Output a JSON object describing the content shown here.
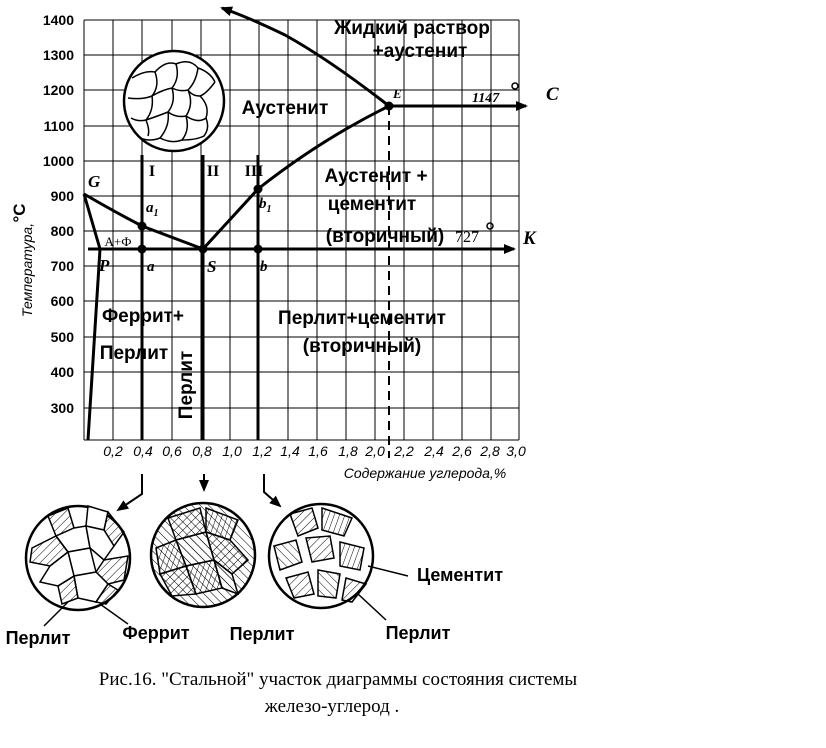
{
  "y_axis": {
    "label": "Температура,",
    "unit": "°C",
    "ticks": [
      "1400",
      "1300",
      "1200",
      "1100",
      "1000",
      "900",
      "800",
      "700",
      "600",
      "500",
      "400",
      "300"
    ]
  },
  "x_axis": {
    "label": "Содержание углерода,%",
    "ticks": [
      "0,2",
      "0,4",
      "0,6",
      "0,8",
      "1,0",
      "1,2",
      "1,4",
      "1,6",
      "1,8",
      "2,0",
      "2,2",
      "2,4",
      "2,6",
      "2,8",
      "3,0"
    ]
  },
  "regions": {
    "liquid_line1": "Жидкий раствор",
    "liquid_line2": "+аустенит",
    "austenite": "Аустенит",
    "aust_cem_line1": "Аустенит +",
    "aust_cem_line2": "цементит",
    "aust_cem_line3": "(вторичный)",
    "af": "А+Ф",
    "ferrite_line1": "Феррит+",
    "ferrite_line2": "Перлит",
    "perlite_vertical": "Перлит",
    "perlite_cem_line1": "Перлит+цементит",
    "perlite_cem_line2": "(вторичный)"
  },
  "points": {
    "G": "G",
    "P": "P",
    "S": "S",
    "E": "E",
    "C": "C",
    "K": "K",
    "a": "a",
    "a1": "a",
    "a1_sub": "1",
    "b": "b",
    "b1": "b",
    "b1_sub": "1"
  },
  "temps": {
    "t1147": "1147",
    "t727": "727"
  },
  "roman": {
    "I": "I",
    "II": "II",
    "III": "III"
  },
  "micro_labels": {
    "perlite1": "Перлит",
    "ferrite": "Феррит",
    "perlite2": "Перлит",
    "cementite": "Цементит",
    "perlite3": "Перлит"
  },
  "caption": {
    "line1": "Рис.16. \"Стальной\"  участок диаграммы состояния системы",
    "line2": "железо-углерод ."
  }
}
